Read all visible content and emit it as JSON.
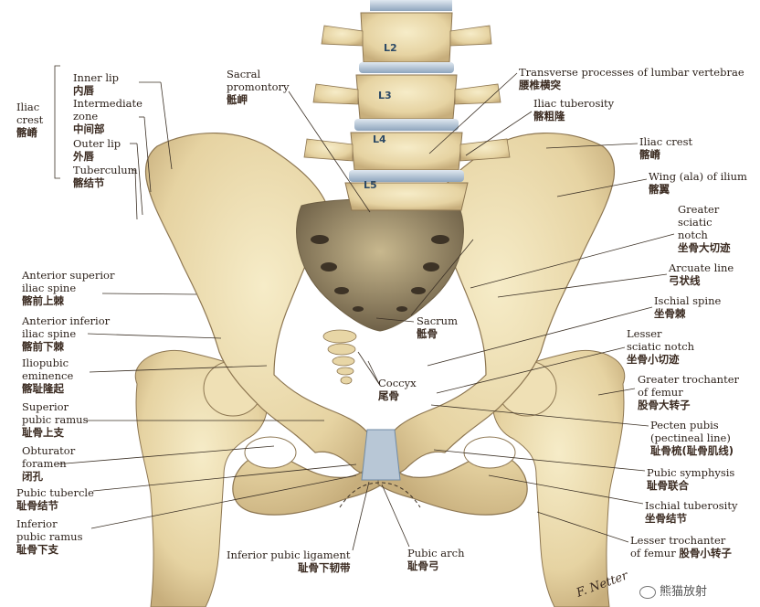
{
  "colors": {
    "bone": "#ecdcb0",
    "bone_shadow": "#c9b384",
    "bone_dark": "#7d6a4a",
    "disc": "#9fb3c8",
    "cartilage": "#b8c7d6",
    "leader": "#3b3025"
  },
  "vertebrae": [
    "L2",
    "L3",
    "L4",
    "L5"
  ],
  "labels": {
    "iliac_crest_group": {
      "en1": "Iliac",
      "en2": "crest",
      "zh": "髂嵴"
    },
    "inner_lip": {
      "en": "Inner lip",
      "zh": "内唇"
    },
    "intermediate_zone": {
      "en1": "Intermediate",
      "en2": "zone",
      "zh": "中间部"
    },
    "outer_lip": {
      "en": "Outer lip",
      "zh": "外唇"
    },
    "tuberculum": {
      "en": "Tuberculum",
      "zh": "髂结节"
    },
    "sacral_promontory": {
      "en1": "Sacral",
      "en2": "promontory",
      "zh": "骶岬"
    },
    "transverse_processes": {
      "en": "Transverse processes of lumbar vertebrae",
      "zh": "腰椎横突"
    },
    "iliac_tuberosity": {
      "en": "Iliac tuberosity",
      "zh": "髂粗隆"
    },
    "iliac_crest_right": {
      "en": "Iliac crest",
      "zh": "髂嵴"
    },
    "wing_of_ilium": {
      "en": "Wing (ala) of ilium",
      "zh": "髂翼"
    },
    "greater_sciatic_notch": {
      "en1": "Greater",
      "en2": "sciatic",
      "en3": "notch",
      "zh": "坐骨大切迹"
    },
    "arcuate_line": {
      "en": "Arcuate line",
      "zh": "弓状线"
    },
    "ischial_spine": {
      "en": "Ischial spine",
      "zh": "坐骨棘"
    },
    "lesser_sciatic_notch": {
      "en1": "Lesser",
      "en2": "sciatic notch",
      "zh": "坐骨小切迹"
    },
    "greater_trochanter": {
      "en1": "Greater trochanter",
      "en2": "of femur",
      "zh": "股骨大转子"
    },
    "pecten_pubis": {
      "en1": "Pecten pubis",
      "en2": "(pectineal line)",
      "zh": "耻骨梳(耻骨肌线)"
    },
    "pubic_symphysis": {
      "en": "Pubic symphysis",
      "zh": "耻骨联合"
    },
    "ischial_tuberosity": {
      "en": "Ischial tuberosity",
      "zh": "坐骨结节"
    },
    "lesser_trochanter": {
      "en1": "Lesser trochanter",
      "en2": "of femur",
      "zh": "股骨小转子"
    },
    "sacrum": {
      "en": "Sacrum",
      "zh": "骶骨"
    },
    "coccyx": {
      "en": "Coccyx",
      "zh": "尾骨"
    },
    "anterior_superior_iliac_spine": {
      "en1": "Anterior superior",
      "en2": "iliac spine",
      "zh": "髂前上棘"
    },
    "anterior_inferior_iliac_spine": {
      "en1": "Anterior inferior",
      "en2": "iliac spine",
      "zh": "髂前下棘"
    },
    "iliopubic_eminence": {
      "en1": "Iliopubic",
      "en2": "eminence",
      "zh": "髂耻隆起"
    },
    "superior_pubic_ramus": {
      "en1": "Superior",
      "en2": "pubic ramus",
      "zh": "耻骨上支"
    },
    "obturator_foramen": {
      "en1": "Obturator",
      "en2": "foramen",
      "zh": "闭孔"
    },
    "pubic_tubercle": {
      "en": "Pubic tubercle",
      "zh": "耻骨结节"
    },
    "inferior_pubic_ramus": {
      "en1": "Inferior",
      "en2": "pubic ramus",
      "zh": "耻骨下支"
    },
    "inferior_pubic_ligament": {
      "en": "Inferior pubic ligament",
      "zh": "耻骨下韧带"
    },
    "pubic_arch": {
      "en": "Pubic arch",
      "zh": "耻骨弓"
    }
  },
  "signature": "F. Netter",
  "watermark": "熊猫放射"
}
